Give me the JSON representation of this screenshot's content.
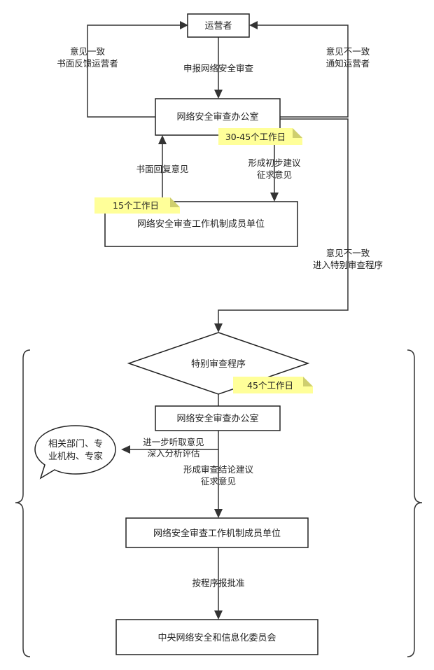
{
  "nodes": {
    "operator": "运营者",
    "office_top": "网络安全审查办公室",
    "members_top": "网络安全审查工作机制成员单位",
    "special": "特别审查程序",
    "office_bottom": "网络安全审查办公室",
    "members_bottom": "网络安全审查工作机制成员单位",
    "central": "中央网络安全和信息化委员会",
    "experts_line1": "相关部门、专",
    "experts_line2": "业机构、专家"
  },
  "edges": {
    "apply": "申报网络安全审查",
    "agree_line1": "意见一致",
    "agree_line2": "书面反馈运营者",
    "disagree_line1": "意见不一致",
    "disagree_line2": "通知运营者",
    "written_reply": "书面回复意见",
    "preliminary_line1": "形成初步建议",
    "preliminary_line2": "征求意见",
    "special_entry_line1": "意见不一致",
    "special_entry_line2": "进入特别审查程序",
    "listen_line1": "进一步听取意见",
    "listen_line2": "深入分析评估",
    "conclusion_line1": "形成审查结论建议",
    "conclusion_line2": "征求意见",
    "approval": "按程序报批准"
  },
  "notes": {
    "days_30_45": "30-45个工作日",
    "days_15": "15个工作日",
    "days_45": "45个工作日"
  }
}
